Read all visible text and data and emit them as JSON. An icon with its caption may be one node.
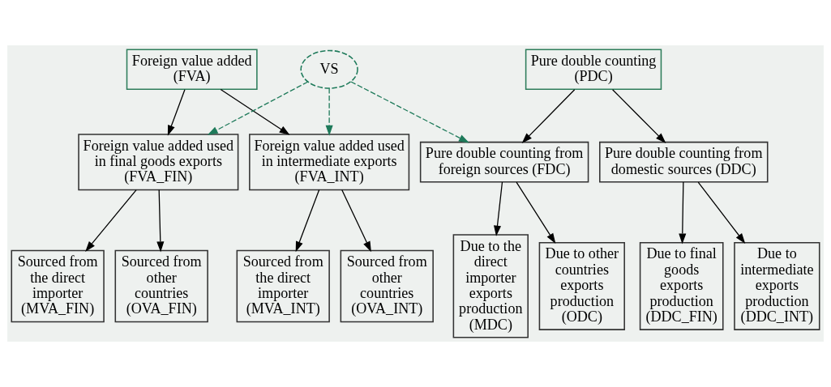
{
  "diagram": {
    "nodes": [
      {
        "text": [
          "Foreign value added (FVA)"
        ]
      },
      {
        "text": [
          "VS"
        ]
      },
      {
        "text": [
          "Pure double counting (PDC)"
        ]
      },
      {
        "text": [
          "Foreign value added used in final goods exports (FVA_FIN)"
        ]
      },
      {
        "text": [
          "Foreign value added used in intermediate exports (FVA_INT)"
        ]
      },
      {
        "text": [
          "Pure double counting from foreign sources (FDC)"
        ]
      },
      {
        "text": [
          "Pure double counting from domestic sources (DDC)"
        ]
      },
      {
        "text": [
          "Sourced from the direct importer (MVA_FIN)"
        ]
      },
      {
        "text": [
          "Sourced from other countries (OVA_FIN)"
        ]
      },
      {
        "text": [
          "Sourced from the direct importer (MVA_INT)"
        ]
      },
      {
        "text": [
          "Sourced from other countries (OVA_INT)"
        ]
      },
      {
        "text": [
          "Due to the direct importer exports production (MDC)"
        ]
      },
      {
        "text": [
          "Due to other countries exports production (ODC)"
        ]
      },
      {
        "text": [
          "Due to final goods exports production (DDC_FIN)"
        ]
      },
      {
        "text": [
          "Due to intermediate exports production (DDC_INT)"
        ]
      }
    ],
    "edges": [
      {
        "from": 0,
        "to": 3,
        "arrow": "to"
      },
      {
        "from": 0,
        "to": 4,
        "arrow": "to"
      },
      {
        "from": 1,
        "to": 3,
        "arrow": "to",
        "style": "dashed",
        "color": "#1e7a5a"
      },
      {
        "from": 1,
        "to": 4,
        "arrow": "to",
        "style": "dashed",
        "color": "#1e7a5a"
      },
      {
        "from": 1,
        "to": 5,
        "arrow": "to",
        "style": "dashed",
        "color": "#1e7a5a"
      },
      {
        "from": 2,
        "to": 5,
        "arrow": "to"
      },
      {
        "from": 2,
        "to": 6,
        "arrow": "to"
      },
      {
        "from": 3,
        "to": 7,
        "arrow": "to"
      },
      {
        "from": 3,
        "to": 8,
        "arrow": "to"
      },
      {
        "from": 4,
        "to": 9,
        "arrow": "to"
      },
      {
        "from": 4,
        "to": 10,
        "arrow": "to"
      },
      {
        "from": 5,
        "to": 11,
        "arrow": "to"
      },
      {
        "from": 5,
        "to": 12,
        "arrow": "to"
      },
      {
        "from": 6,
        "to": 13,
        "arrow": "to"
      },
      {
        "from": 6,
        "to": 14,
        "arrow": "to"
      }
    ]
  }
}
